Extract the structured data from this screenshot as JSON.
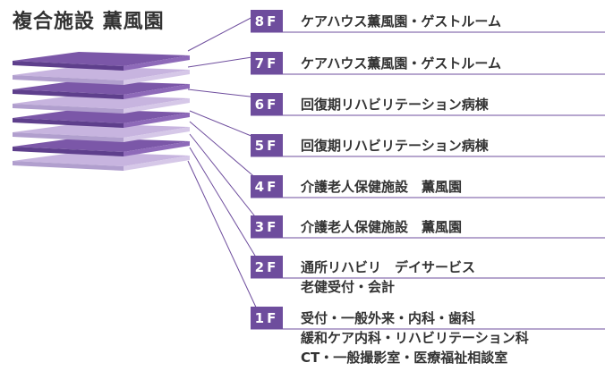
{
  "title": "複合施設 薫風園",
  "colors": {
    "accent": "#6e4d9d",
    "slab_dark": "#7b57a8",
    "slab_light": "#c7b4df",
    "text": "#333333"
  },
  "floors": [
    {
      "label": "8F",
      "lines": [
        "ケアハウス薫風園・ゲストルーム"
      ]
    },
    {
      "label": "7F",
      "lines": [
        "ケアハウス薫風園・ゲストルーム"
      ]
    },
    {
      "label": "6F",
      "lines": [
        "回復期リハビリテーション病棟"
      ]
    },
    {
      "label": "5F",
      "lines": [
        "回復期リハビリテーション病棟"
      ]
    },
    {
      "label": "4F",
      "lines": [
        "介護老人保健施設　薫風園"
      ]
    },
    {
      "label": "3F",
      "lines": [
        "介護老人保健施設　薫風園"
      ]
    },
    {
      "label": "2F",
      "lines": [
        "通所リハビリ　デイサービス",
        "老健受付・会計"
      ]
    },
    {
      "label": "1F",
      "lines": [
        "受付・一般外来・内科・歯科",
        "緩和ケア内科・リハビリテーション科",
        "CT・一般撮影室・医療福祉相談室"
      ]
    }
  ]
}
